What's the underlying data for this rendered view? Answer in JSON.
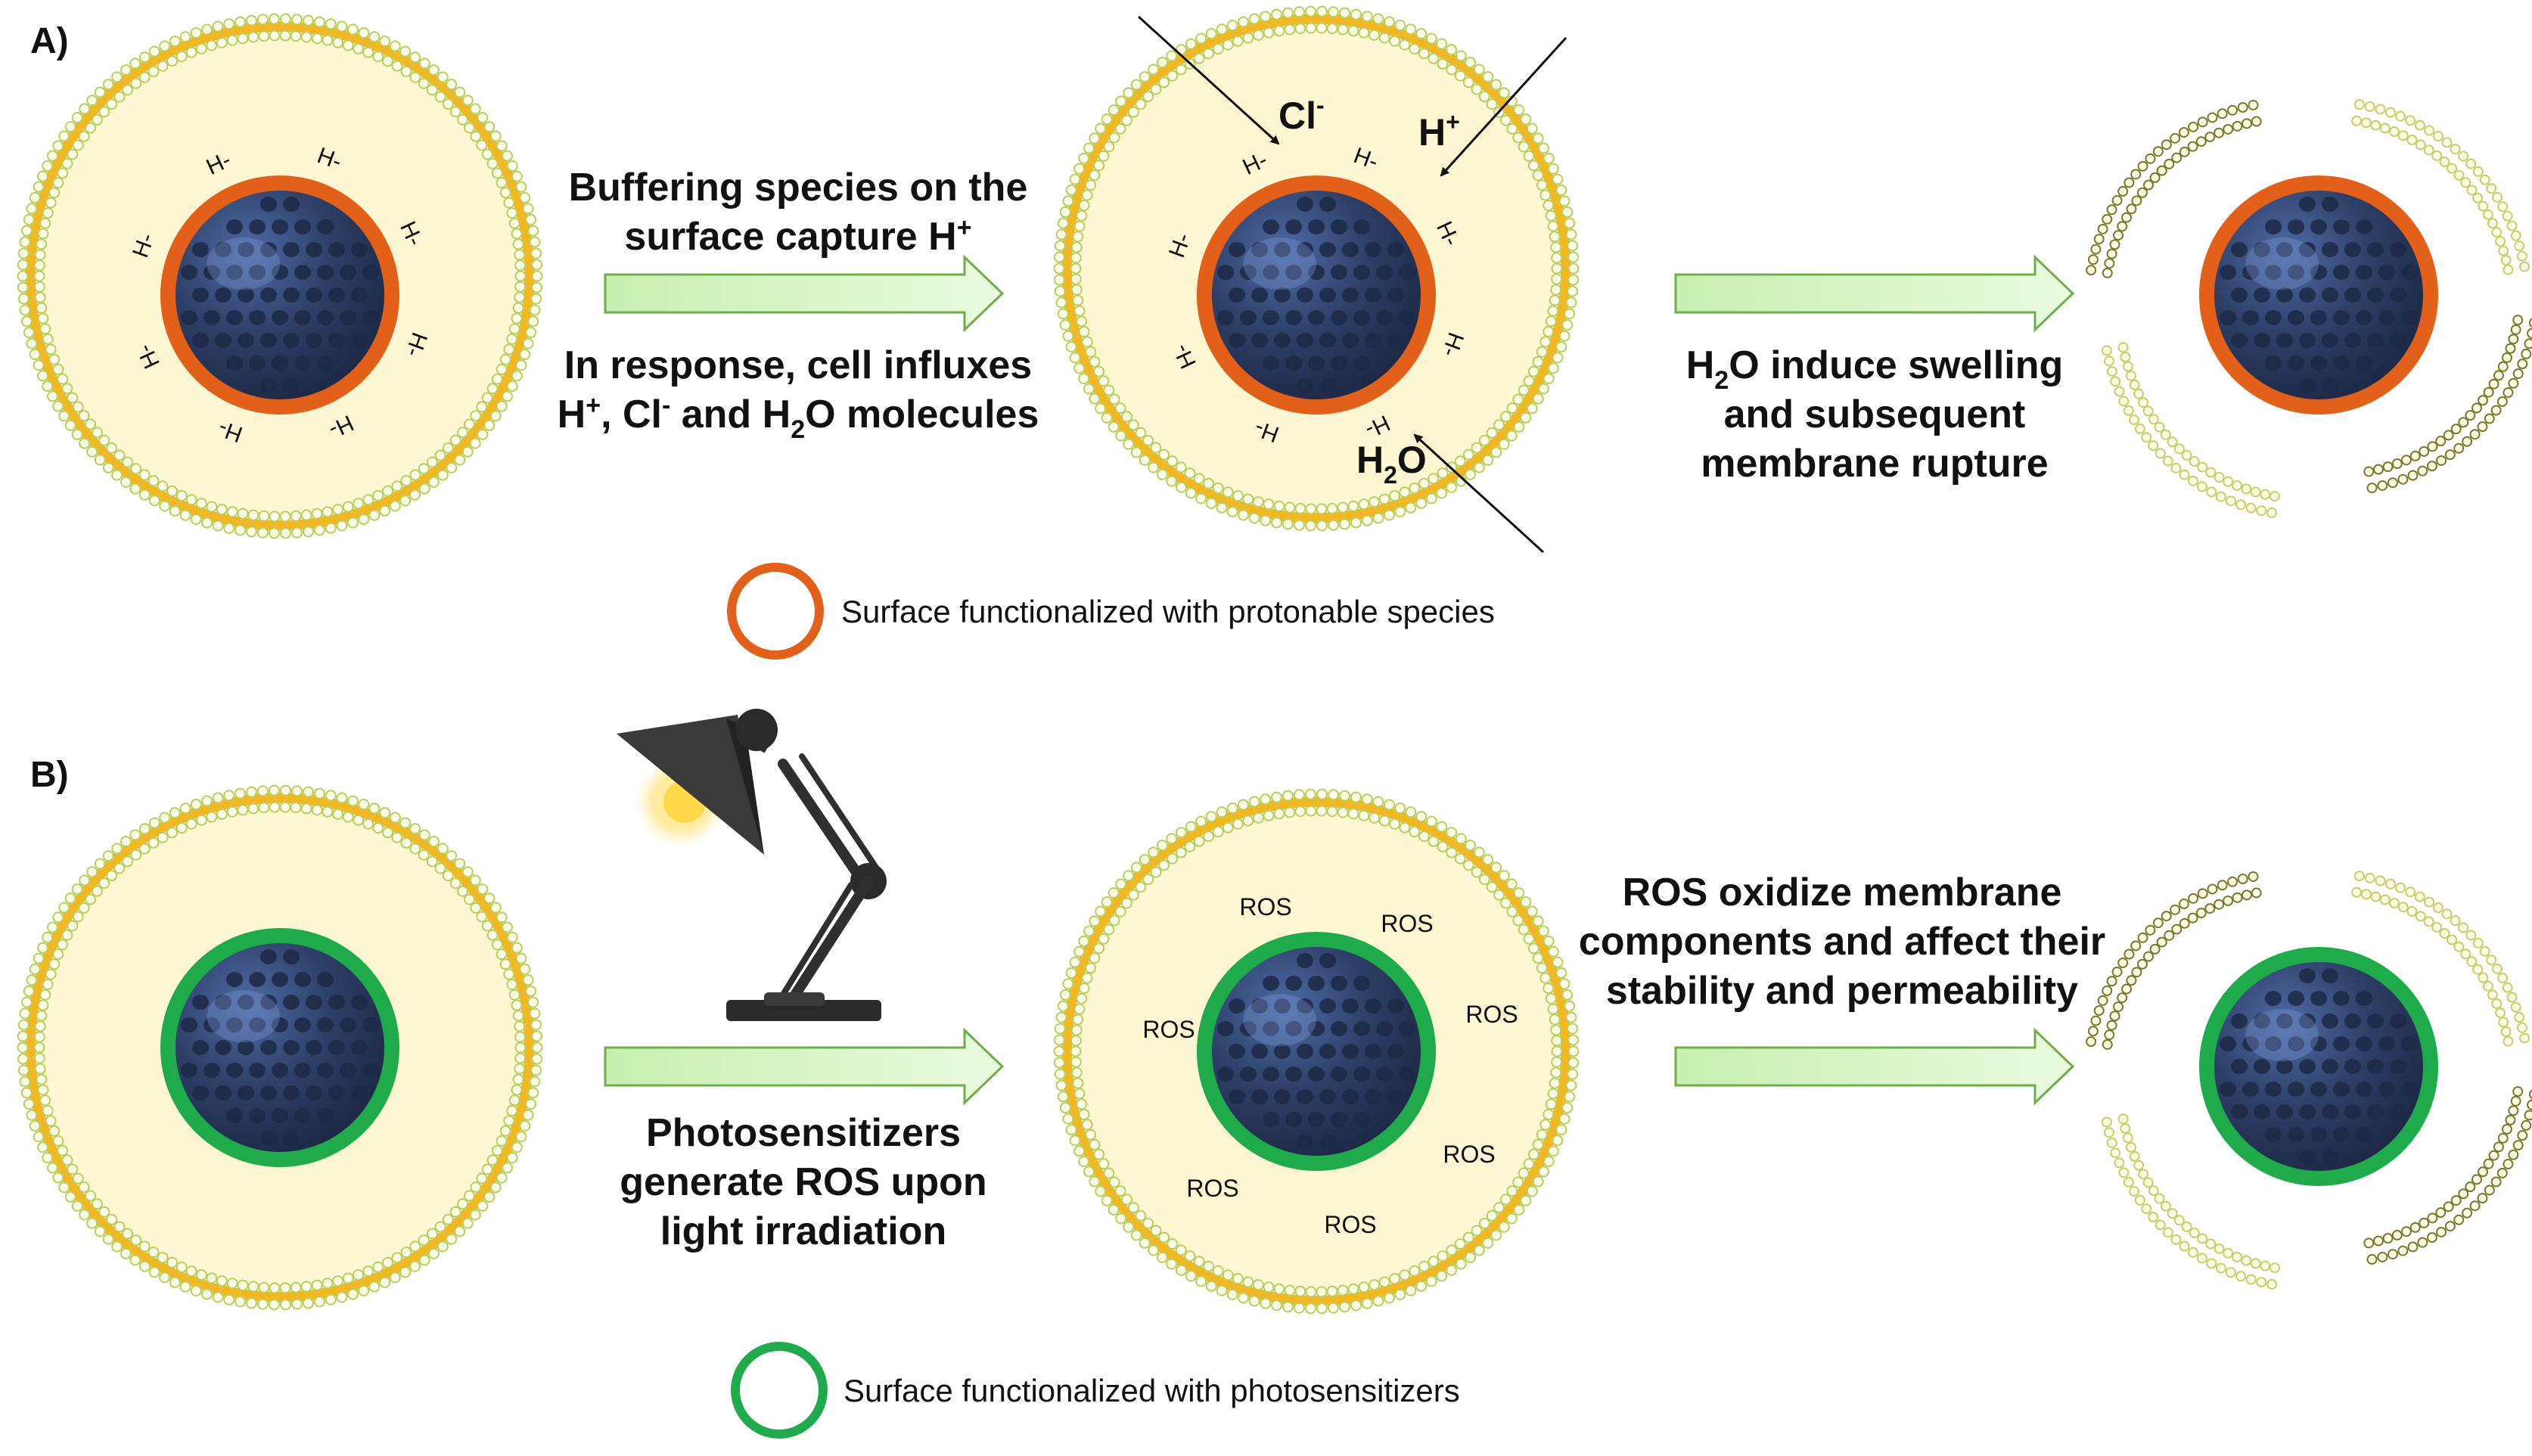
{
  "panels": {
    "a": {
      "label": "A)",
      "step1": {
        "top_line1": "Buffering species on the",
        "top_line2_base": "surface capture H",
        "top_line2_sup": "+",
        "bottom_line1": "In response, cell influxes",
        "bottom_line2": {
          "h_base": "H",
          "h_sup": "+",
          "cl_pre": ", Cl",
          "cl_sup": "-",
          "and_text": " and H",
          "h2o_sub": "2",
          "tail": "O molecules"
        }
      },
      "ions": {
        "cl_base": "Cl",
        "cl_sup": "-",
        "h_base": "H",
        "h_sup": "+",
        "h2o_pre": "H",
        "h2o_sub": "2",
        "h2o_post": "O"
      },
      "proton_symbol": "H",
      "step2": {
        "line1_pre": "H",
        "line1_sub": "2",
        "line1_post": "O induce swelling",
        "line2": "and subsequent",
        "line3": "membrane rupture"
      },
      "legend": "Surface functionalized with protonable species",
      "shell_color": "#e2601a"
    },
    "b": {
      "label": "B)",
      "step1": {
        "line1": "Photosensitizers",
        "line2": "generate ROS upon",
        "line3": "light irradiation"
      },
      "ros_label": "ROS",
      "step2": {
        "line1": "ROS oxidize membrane",
        "line2": "components and affect their",
        "line3": "stability and permeability"
      },
      "legend": "Surface functionalized with photosensitizers",
      "shell_color": "#1faa4b"
    }
  },
  "colors": {
    "cytoplasm": "#fdf7d3",
    "lipid_head": "#f2b824",
    "lipid_head_outline": "#cfe08a",
    "nanoparticle": "#2e3f66",
    "nanoparticle_pore": "#1c2947",
    "arrow_fill": "#d8f5c6",
    "arrow_stroke": "#6fae4b",
    "lamp": "#2f2f2f",
    "bulb": "#ffd84a"
  }
}
